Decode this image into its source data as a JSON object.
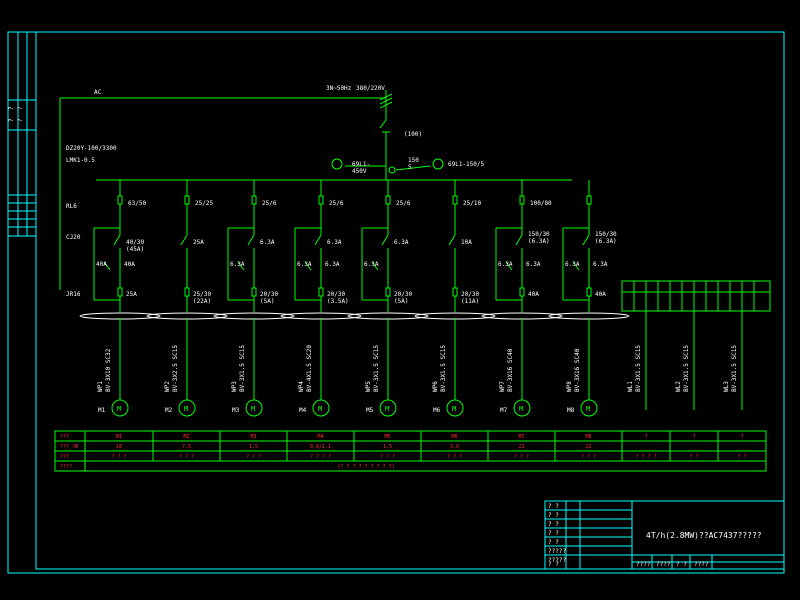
{
  "colors": {
    "background": "#000000",
    "frame": "#00ffff",
    "circuit": "#00ff00",
    "text": "#ffffff",
    "table_text": "#ff3030",
    "text_yellow": "#ffff00"
  },
  "header": {
    "ac_label": "AC",
    "source_label": "3N~50Hz",
    "voltage_label": "380/220V",
    "main_breaker_rating": "(100)",
    "volt_meter_type": "69L1-\n450V",
    "ct_ratio": "150\n5",
    "amp_meter_type": "69L1-150/5",
    "dz_spec": "DZ20Y-100/3300",
    "lmk_spec": "LMK1-0.5",
    "row_label_rl6": "RL6",
    "row_label_cj20": "CJ20",
    "row_label_jr16": "JR16"
  },
  "circuits": [
    {
      "fuse": "63/50",
      "contactor": "40/30\n(45A)",
      "sub_a": "40A",
      "sub_b": "40A",
      "relay": "25A",
      "cable": "BV-3X10 SC32",
      "wire_id": "WP1",
      "motor_id": "M1"
    },
    {
      "fuse": "25/25",
      "contactor": "25A",
      "sub_a": "",
      "sub_b": "",
      "relay": "25/30\n(22A)",
      "cable": "BV-3X2.5 SC15",
      "wire_id": "WP2",
      "motor_id": "M2"
    },
    {
      "fuse": "25/6",
      "contactor": "6.3A",
      "sub_a": "6.3A",
      "sub_b": "",
      "relay": "20/30\n(5A)",
      "cable": "BV-3X1.5 SC15",
      "wire_id": "WP3",
      "motor_id": "M3"
    },
    {
      "fuse": "25/6",
      "contactor": "6.3A",
      "sub_a": "6.3A",
      "sub_b": "6.3A",
      "relay": "20/30\n(3.5A)",
      "cable": "BV-4X1.5 SC20",
      "wire_id": "WP4",
      "motor_id": "M4"
    },
    {
      "fuse": "25/6",
      "contactor": "6.3A",
      "sub_a": "6.3A",
      "sub_b": "",
      "relay": "20/30\n(5A)",
      "cable": "BV-3X1.5 SC15",
      "wire_id": "WP5",
      "motor_id": "M5"
    },
    {
      "fuse": "25/10",
      "contactor": "10A",
      "sub_a": "",
      "sub_b": "",
      "relay": "20/30\n(11A)",
      "cable": "BV-3X1.5 SC15",
      "wire_id": "WP6",
      "motor_id": "M6"
    },
    {
      "fuse": "100/80",
      "contactor": "150/30\n(6.3A)",
      "sub_a": "6.3A",
      "sub_b": "6.3A",
      "relay": "40A",
      "cable": "BV-3X16 SC40",
      "wire_id": "WP7",
      "motor_id": "M7"
    },
    {
      "fuse": "",
      "contactor": "150/30\n(6.3A)",
      "sub_a": "6.3A",
      "sub_b": "6.3A",
      "relay": "40A",
      "cable": "BV-3X16 SC40",
      "wire_id": "WP8",
      "motor_id": "M8"
    }
  ],
  "spare_outputs": [
    {
      "cable": "BV-3X1.5 SC15",
      "wire_id": "WL1"
    },
    {
      "cable": "BV-3X1.5 SC15",
      "wire_id": "WL2"
    },
    {
      "cable": "BV-3X1.5 SC15",
      "wire_id": "WL3"
    }
  ],
  "table": {
    "row_labels": [
      "???",
      "??? ?W",
      "???",
      "????"
    ],
    "columns": [
      {
        "name": "M1",
        "power": "18",
        "desc": "? ? ?"
      },
      {
        "name": "M2",
        "power": "7.5",
        "desc": "? ? ?"
      },
      {
        "name": "M3",
        "power": "1.5",
        "desc": "? ? ?"
      },
      {
        "name": "M4",
        "power": "0.8/1.1",
        "desc": "? ? ? ?"
      },
      {
        "name": "M5",
        "power": "1.5",
        "desc": "? ? ?"
      },
      {
        "name": "M6",
        "power": "3.0",
        "desc": "? ? ?"
      },
      {
        "name": "M7",
        "power": "22",
        "desc": "? ? ?"
      },
      {
        "name": "M8",
        "power": "22",
        "desc": "? ? ?"
      },
      {
        "name": "?",
        "power": "",
        "desc": "? ? ? ?"
      },
      {
        "name": "?",
        "power": "",
        "desc": "? ?"
      },
      {
        "name": "?",
        "power": "",
        "desc": "? ?"
      }
    ],
    "note": "(? ? ? ? ? ? ? ? ?)"
  },
  "title_block": {
    "title": "4T/h(2.8MW)??AC7437?????",
    "left_cells": [
      "? ?",
      "? ?",
      "? ?",
      "? ?",
      "? ?",
      "?????",
      "?????"
    ],
    "bottom_cells": [
      "? ?",
      "????",
      "????",
      "? ?",
      "????"
    ]
  },
  "revision_strip": [
    "?",
    "?",
    "?",
    "?"
  ]
}
